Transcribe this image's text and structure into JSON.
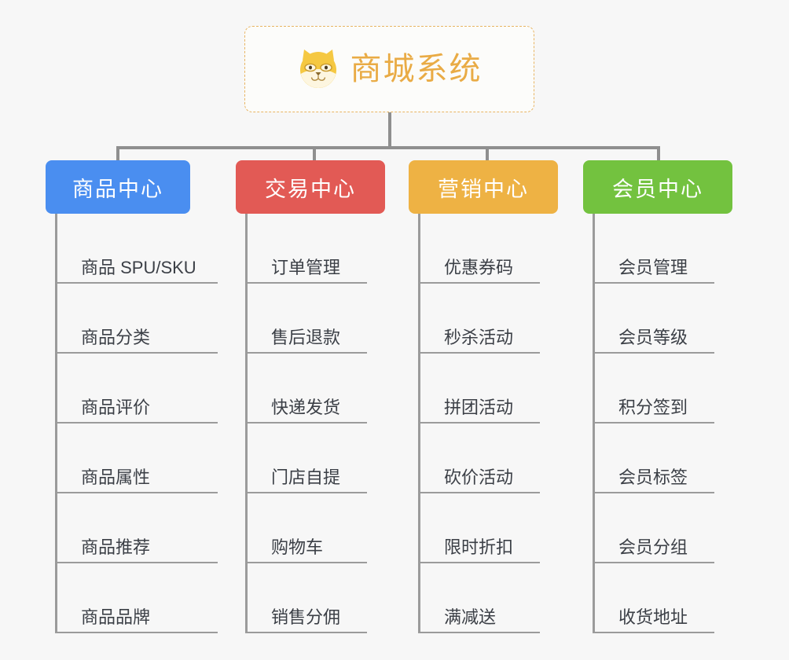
{
  "root": {
    "title": "商城系统",
    "logo_icon": "shiba-dog-icon",
    "title_color": "#e9ab45",
    "border_color": "#e8b563"
  },
  "columns": [
    {
      "id": "product-center",
      "header": "商品中心",
      "color": "#4a8ef0",
      "items": [
        "商品 SPU/SKU",
        "商品分类",
        "商品评价",
        "商品属性",
        "商品推荐",
        "商品品牌"
      ]
    },
    {
      "id": "trade-center",
      "header": "交易中心",
      "color": "#e25a55",
      "items": [
        "订单管理",
        "售后退款",
        "快递发货",
        "门店自提",
        "购物车",
        "销售分佣"
      ]
    },
    {
      "id": "marketing-center",
      "header": "营销中心",
      "color": "#eeb244",
      "items": [
        "优惠券码",
        "秒杀活动",
        "拼团活动",
        "砍价活动",
        "限时折扣",
        "满减送"
      ]
    },
    {
      "id": "member-center",
      "header": "会员中心",
      "color": "#73c23f",
      "items": [
        "会员管理",
        "会员等级",
        "积分签到",
        "会员标签",
        "会员分组",
        "收货地址"
      ]
    }
  ],
  "connector_color": "#8f8f8f",
  "background_color": "#f7f7f7"
}
